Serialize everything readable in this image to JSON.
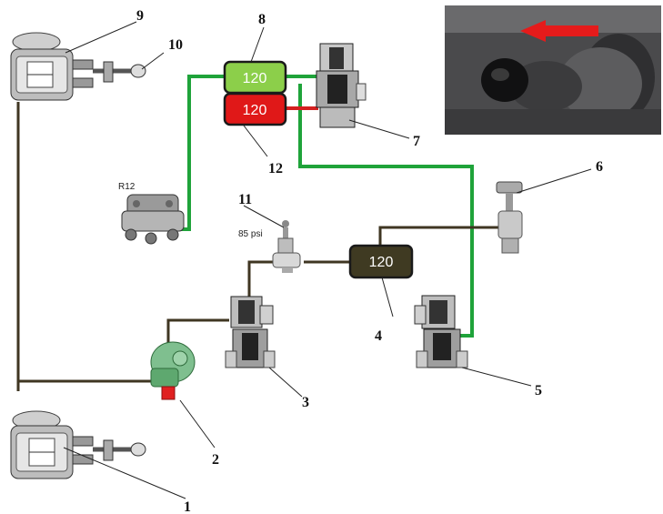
{
  "reservoirs": [
    {
      "id": "8",
      "value": "120",
      "color": "#8ccf4a"
    },
    {
      "id": "12",
      "value": "120",
      "color": "#e01818"
    },
    {
      "id": "4",
      "value": "120",
      "color": "#3f3a22"
    }
  ],
  "callouts": {
    "n1": "1",
    "n2": "2",
    "n3": "3",
    "n4": "4",
    "n5": "5",
    "n6": "6",
    "n7": "7",
    "n8": "8",
    "n9": "9",
    "n10": "10",
    "n11": "11",
    "n12": "12"
  },
  "labels": {
    "relay_valve": "R12",
    "pressure": "85 psi"
  },
  "colors": {
    "supply_line": "#1fa33a",
    "service_line": "#3f3622",
    "emergency_line": "#d42020",
    "leader": "#222222"
  },
  "icons": {
    "photo": "dash-valve-knob-photo",
    "arrow": "red-left-arrow-icon"
  }
}
